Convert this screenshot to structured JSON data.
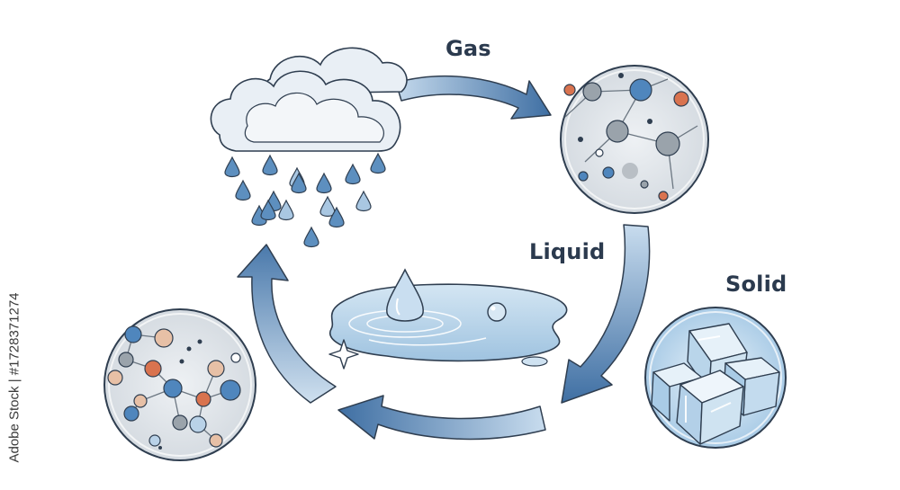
{
  "labels": {
    "gas": "Gas",
    "liquid": "Liquid",
    "solid": "Solid"
  },
  "watermark": {
    "side_text": "Adobe Stock | #1728371274",
    "tile_text": "Adobe Stock"
  },
  "colors": {
    "arrow_dark": "#3f6fa3",
    "arrow_light": "#b7d0e6",
    "outline": "#2f3e50",
    "cloud": "#e9eff5",
    "raindrop": "#5d8fbf",
    "raindrop_light": "#a9c7e2",
    "water": "#bcd6ea",
    "ice": "#cfe3f1",
    "molecule_grey": "#9aa3ab",
    "molecule_blue": "#4f86bd",
    "molecule_orange": "#d9734f",
    "molecule_tan": "#e7c0a6"
  }
}
